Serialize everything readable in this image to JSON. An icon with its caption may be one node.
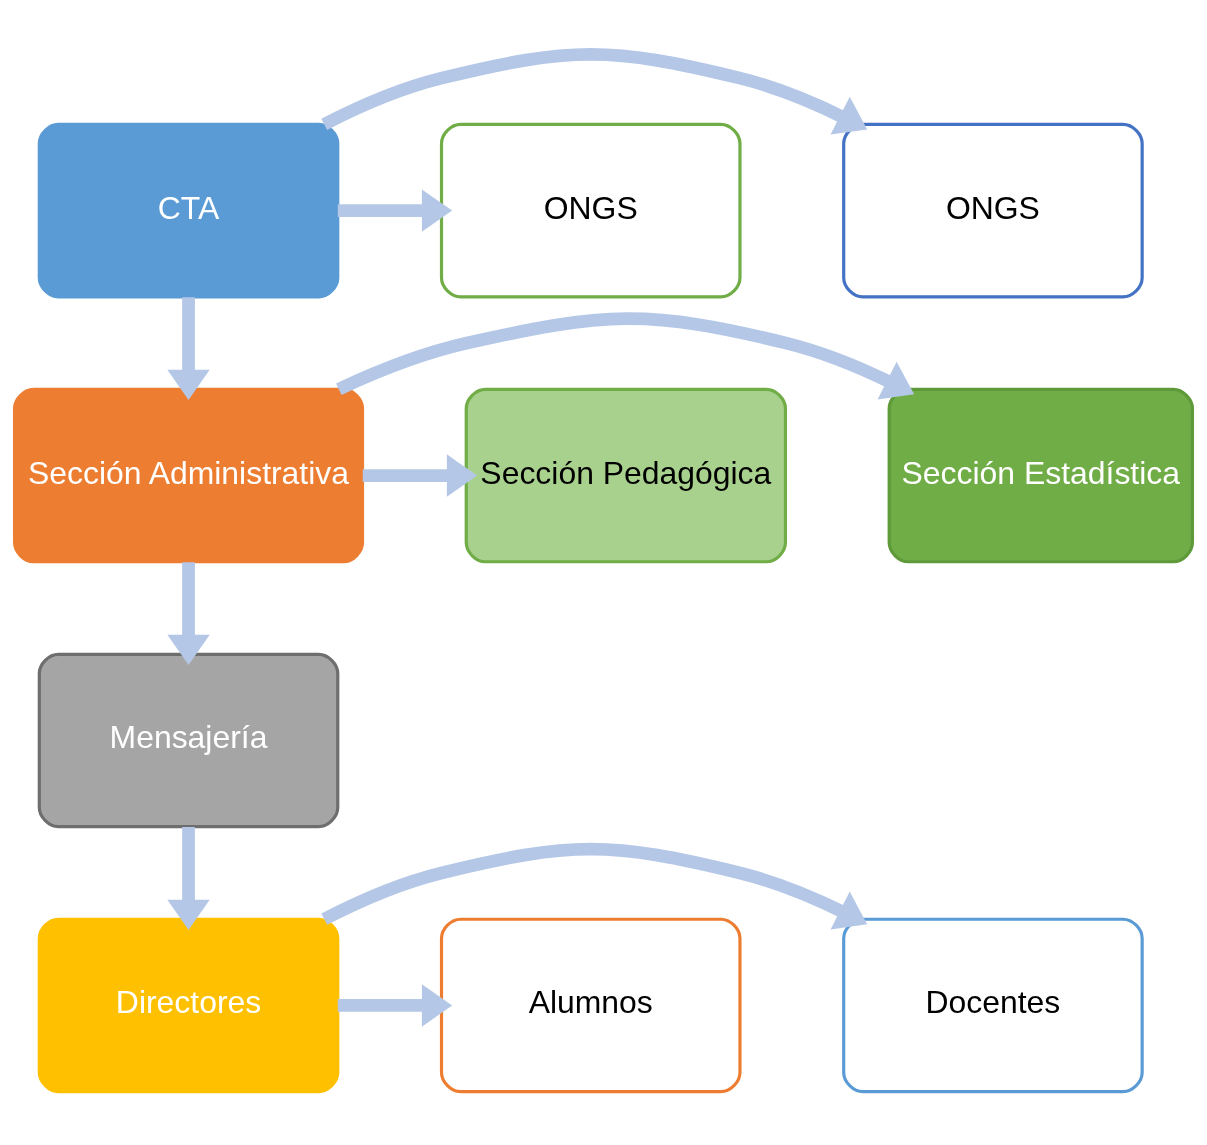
{
  "diagram": {
    "nodes": [
      {
        "text": [
          "ONGS"
        ]
      },
      {
        "text": [
          "CTA"
        ]
      },
      {
        "text": [
          "ONGS"
        ]
      },
      {
        "text": [
          "Sección Estadística"
        ]
      },
      {
        "text": [
          "Sección Administrativa"
        ]
      },
      {
        "text": [
          "Sección Pedagógica"
        ]
      },
      {
        "text": [
          "Mensajería"
        ]
      },
      {
        "text": [
          "Docentes"
        ]
      },
      {
        "text": [
          "Directores"
        ]
      },
      {
        "text": [
          "Alumnos"
        ]
      }
    ],
    "edges": [
      {
        "from": 1,
        "to": 0,
        "arrow": "to"
      },
      {
        "from": 1,
        "to": 2,
        "arrow": "to"
      },
      {
        "from": 1,
        "to": 4,
        "arrow": "to"
      },
      {
        "from": 4,
        "to": 3,
        "arrow": "to"
      },
      {
        "from": 4,
        "to": 5,
        "arrow": "to"
      },
      {
        "from": 4,
        "to": 6,
        "arrow": "to"
      },
      {
        "from": 6,
        "to": 8,
        "arrow": "to"
      },
      {
        "from": 8,
        "to": 7,
        "arrow": "to"
      },
      {
        "from": 8,
        "to": 9,
        "arrow": "to"
      }
    ]
  }
}
